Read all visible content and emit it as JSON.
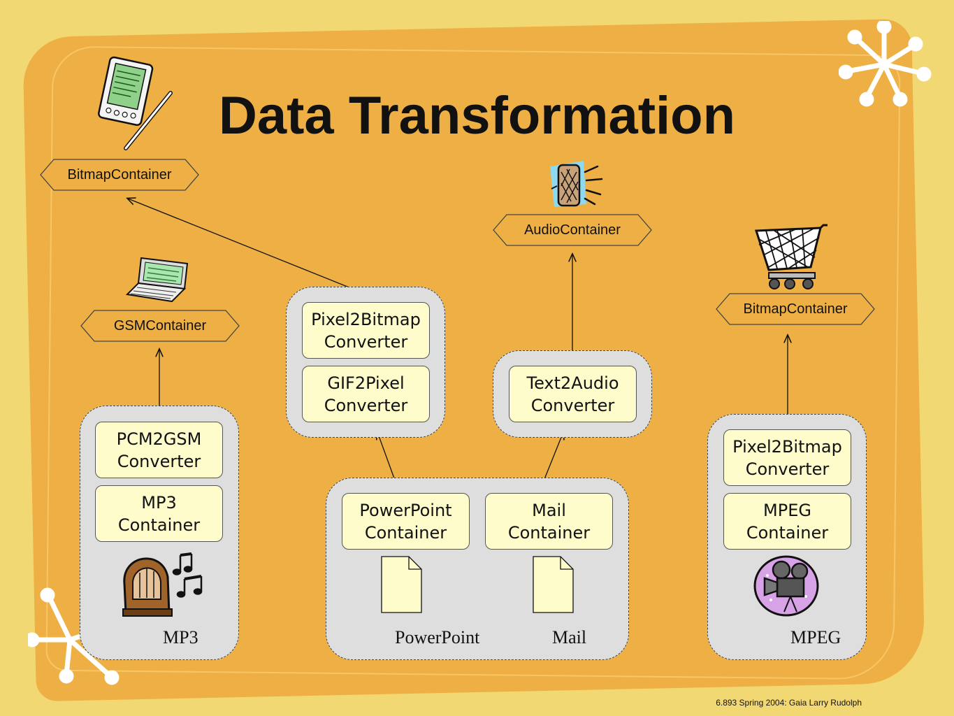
{
  "title": "Data Transformation",
  "targets": {
    "bitmap_left": "BitmapContainer",
    "gsm": "GSMContainer",
    "audio": "AudioContainer",
    "bitmap_right": "BitmapContainer"
  },
  "converters": {
    "pcm2gsm": "PCM2GSM\nConverter",
    "mp3_container": "MP3\nContainer",
    "pixel2bitmap_mid": "Pixel2Bitmap\nConverter",
    "gif2pixel": "GIF2Pixel\nConverter",
    "text2audio": "Text2Audio\nConverter",
    "powerpoint_container": "PowerPoint\nContainer",
    "mail_container": "Mail\nContainer",
    "pixel2bitmap_right": "Pixel2Bitmap\nConverter",
    "mpeg_container": "MPEG\nContainer"
  },
  "sources": {
    "mp3": "MP3",
    "powerpoint": "PowerPoint",
    "mail": "Mail",
    "mpeg": "MPEG"
  },
  "icons": [
    "pda-pen-icon",
    "laptop-icon",
    "speaker-icon",
    "shopping-cart-icon",
    "radio-icon",
    "music-notes-icon",
    "document-icon",
    "film-camera-icon",
    "starburst-icon"
  ],
  "footer": "6.893 Spring 2004: Gaia  Larry Rudolph"
}
